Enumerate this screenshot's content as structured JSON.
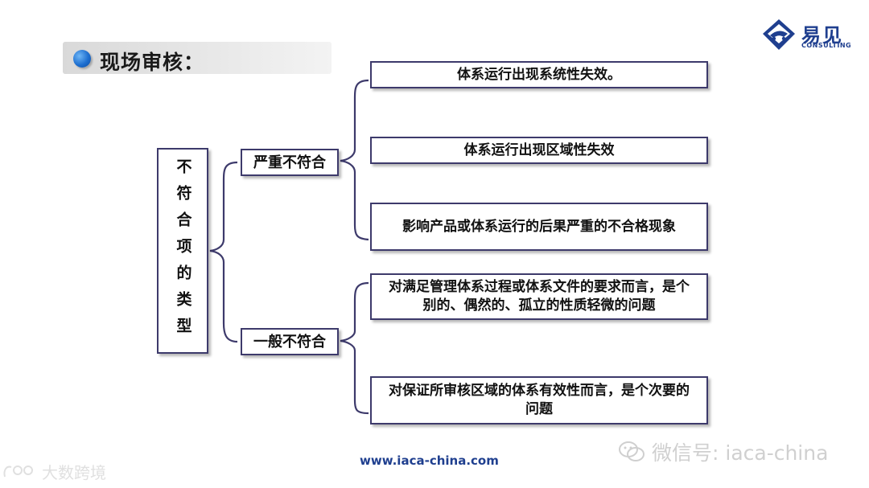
{
  "header": {
    "title": "现场审核：",
    "logo_name": "易见",
    "logo_sub": "CONSULTING"
  },
  "diagram": {
    "root": "不符合项的类型",
    "branches": [
      {
        "label": "严重不符合",
        "items": [
          "体系运行出现系统性失效。",
          "体系运行出现区域性失效",
          "影响产品或体系运行的后果严重的不合格现象"
        ]
      },
      {
        "label": "一般不符合",
        "items": [
          "对满足管理体系过程或体系文件的要求而言，是个别的、偶然的、孤立的性质轻微的问题",
          "对保证所审核区域的体系有效性而言，是个次要的问题"
        ]
      }
    ]
  },
  "footer": {
    "url": "www.iaca-china.com",
    "watermark_right": "微信号: iaca-china",
    "watermark_left": "大数跨境"
  },
  "colors": {
    "box_border": "#3d3a6b",
    "accent_blue": "#1f3f8f",
    "title_dot": "#1e6fd0"
  }
}
